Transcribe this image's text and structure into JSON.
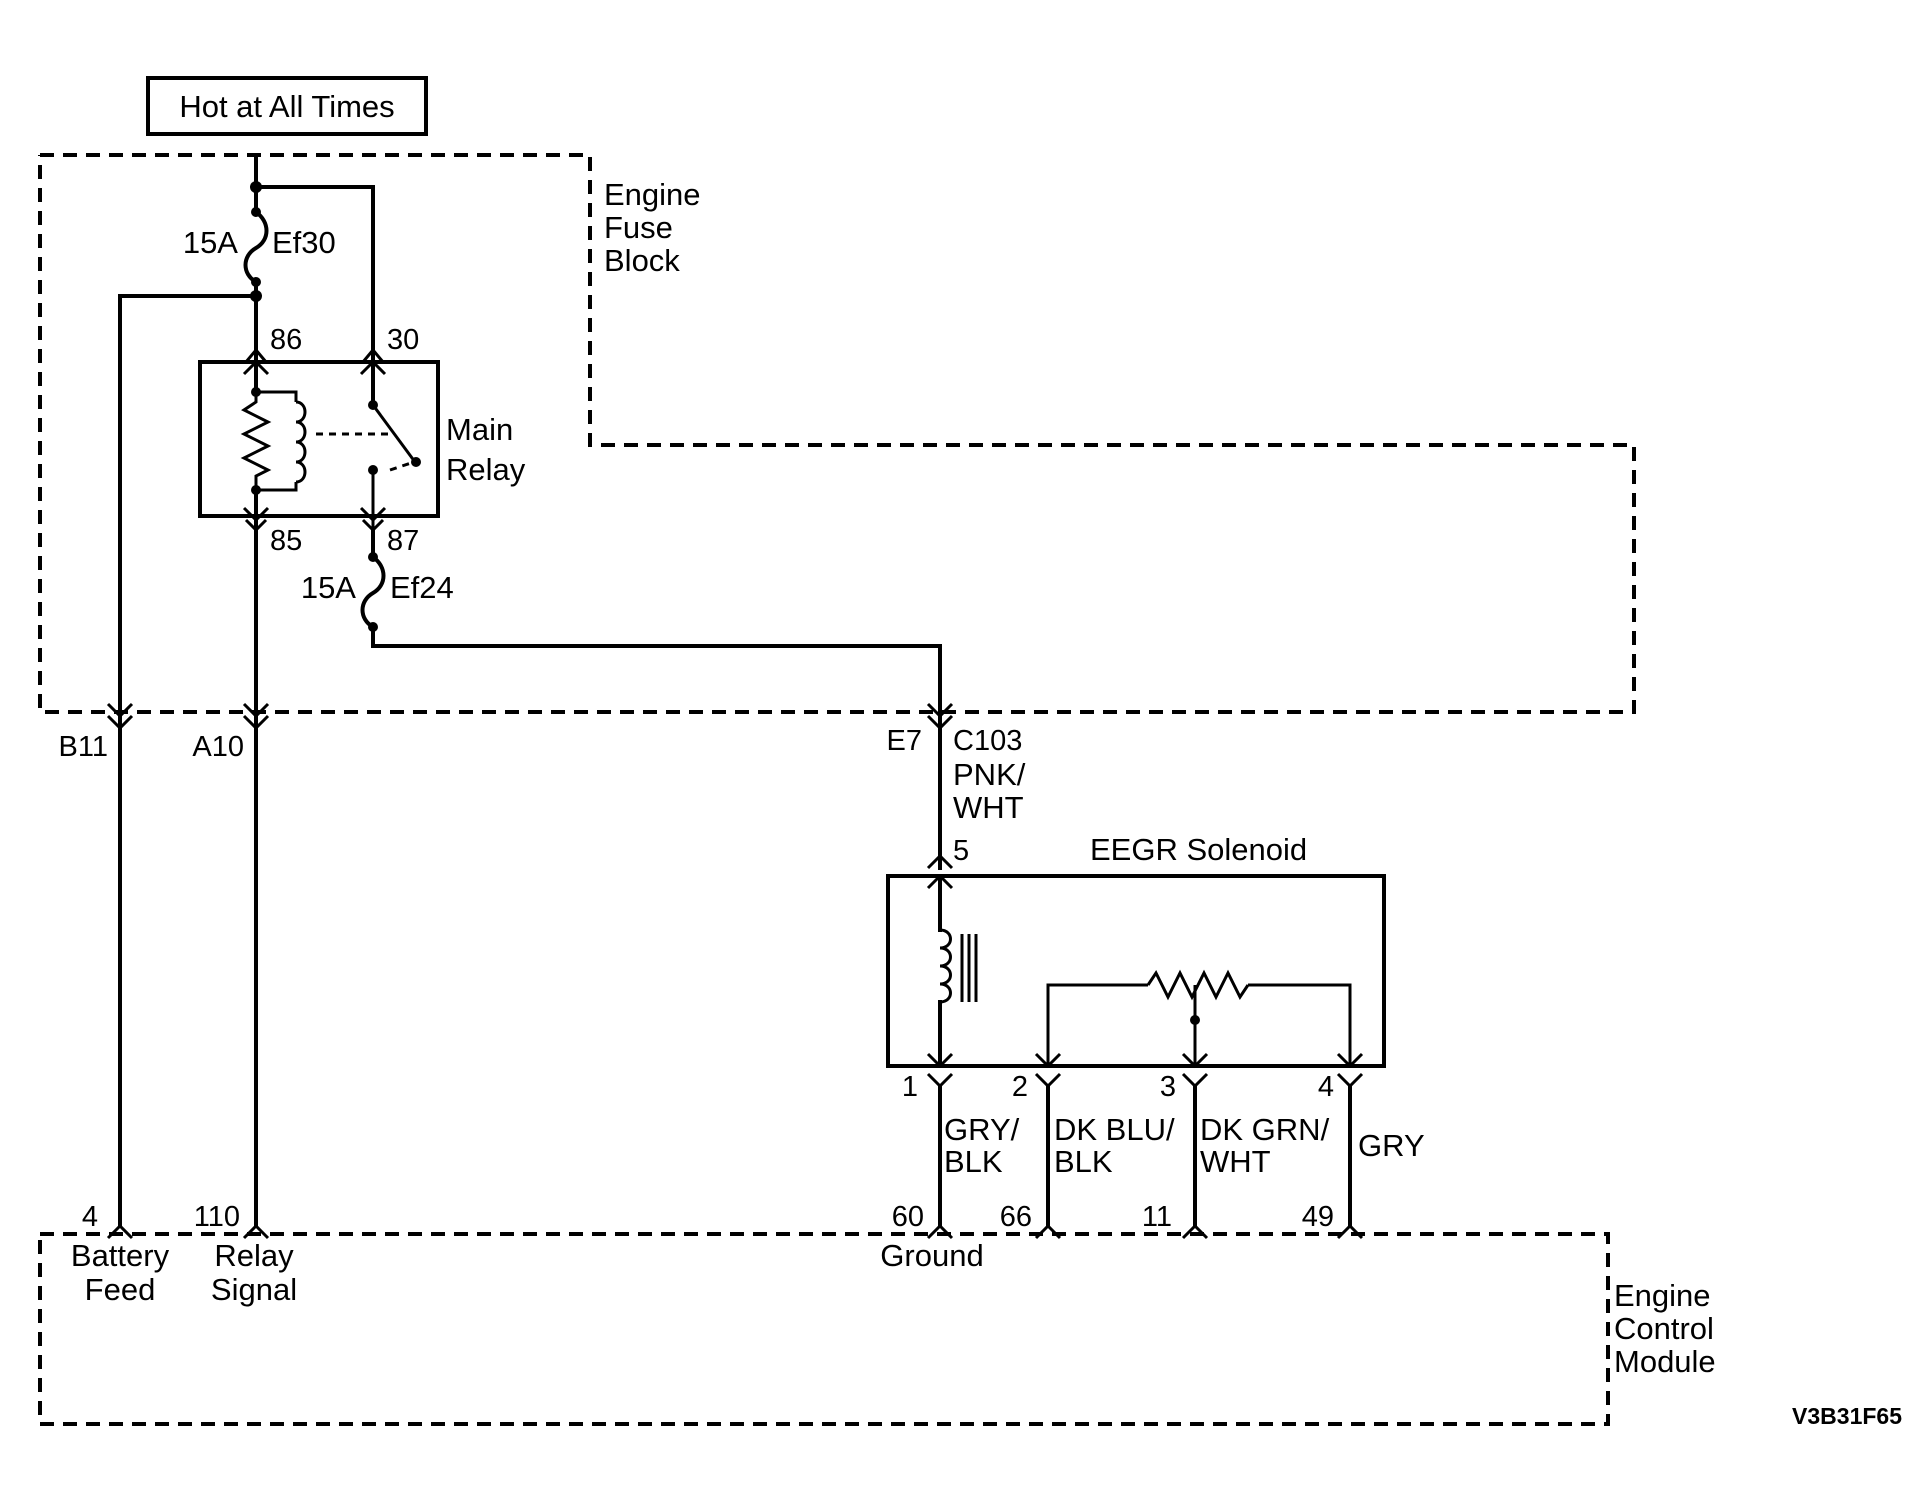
{
  "power_source": "Hot at All Times",
  "engine_fuse_block": {
    "line1": "Engine",
    "line2": "Fuse",
    "line3": "Block"
  },
  "fuse_ef30": {
    "rating": "15A",
    "name": "Ef30"
  },
  "fuse_ef24": {
    "rating": "15A",
    "name": "Ef24"
  },
  "main_relay": {
    "line1": "Main",
    "line2": "Relay",
    "pin_86": "86",
    "pin_30": "30",
    "pin_85": "85",
    "pin_87": "87"
  },
  "fuse_block_connector": {
    "b11": "B11",
    "a10": "A10",
    "e7": "E7",
    "name": "C103"
  },
  "wire_pnk_wht": {
    "line1": "PNK/",
    "line2": "WHT"
  },
  "eegr_solenoid": {
    "title": "EEGR Solenoid",
    "pin_5": "5",
    "pin_1": "1",
    "pin_2": "2",
    "pin_3": "3",
    "pin_4": "4"
  },
  "wire_colors": {
    "gry_blk": {
      "line1": "GRY/",
      "line2": "BLK"
    },
    "dk_blu_blk": {
      "line1": "DK BLU/",
      "line2": "BLK"
    },
    "dk_grn_wht": {
      "line1": "DK GRN/",
      "line2": "WHT"
    },
    "gry": "GRY"
  },
  "ecm": {
    "line1": "Engine",
    "line2": "Control",
    "line3": "Module",
    "pin_4": "4",
    "pin_110": "110",
    "pin_60": "60",
    "pin_66": "66",
    "pin_11": "11",
    "pin_49": "49",
    "battery_feed": {
      "line1": "Battery",
      "line2": "Feed"
    },
    "relay_signal": {
      "line1": "Relay",
      "line2": "Signal"
    },
    "ground": "Ground"
  },
  "figure_id": "V3B31F65"
}
